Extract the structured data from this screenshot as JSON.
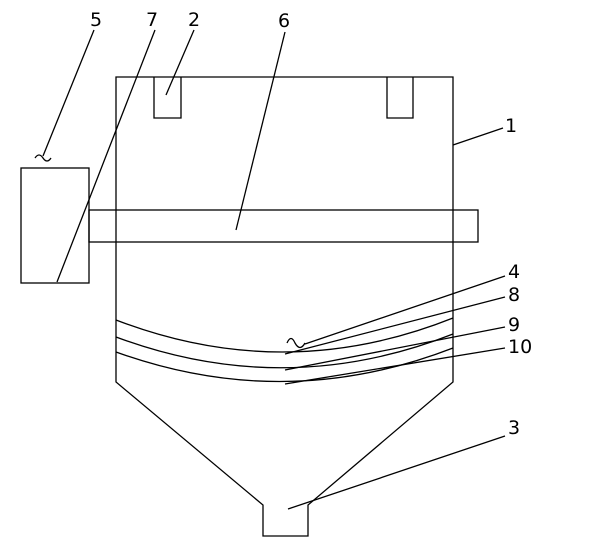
{
  "diagram": {
    "labels": {
      "housing": "1",
      "inlet": "2",
      "outlet": "3",
      "part4": "4",
      "motor": "5",
      "shaft": "6",
      "part7": "7",
      "layer8": "8",
      "layer9": "9",
      "layer10": "10"
    },
    "colors": {
      "line": "#000000",
      "background": "#ffffff"
    }
  }
}
